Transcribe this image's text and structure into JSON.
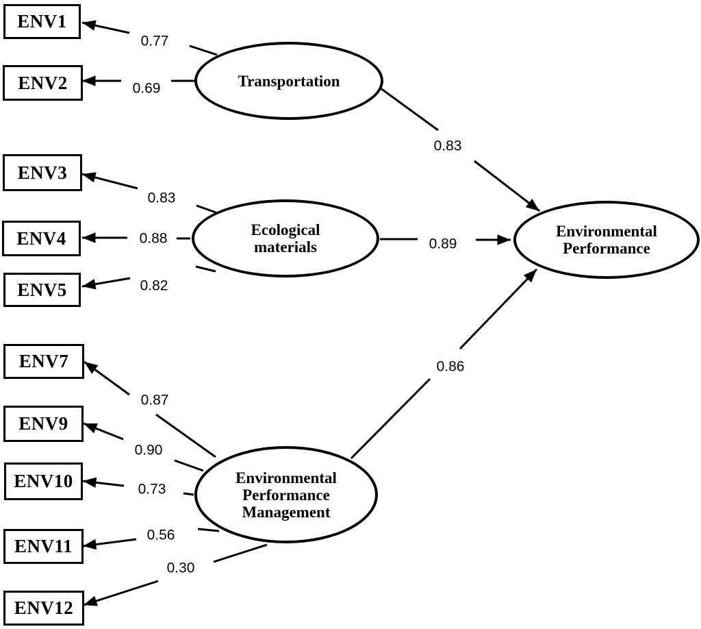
{
  "diagram_type": "SEM path model",
  "nodes": {
    "latent": {
      "transportation": "Transportation",
      "ecological_materials": "Ecological\nmaterials",
      "environmental_performance_management": "Environmental\nPerformance\nManagement",
      "environmental_performance": "Environmental\nPerformance"
    },
    "observed": {
      "env1": "ENV1",
      "env2": "ENV2",
      "env3": "ENV3",
      "env4": "ENV4",
      "env5": "ENV5",
      "env7": "ENV7",
      "env9": "ENV9",
      "env10": "ENV10",
      "env11": "ENV11",
      "env12": "ENV12"
    }
  },
  "loadings": {
    "env1": "0.77",
    "env2": "0.69",
    "env3": "0.83",
    "env4": "0.88",
    "env5": "0.82",
    "env7": "0.87",
    "env9": "0.90",
    "env10": "0.73",
    "env11": "0.56",
    "env12": "0.30"
  },
  "structural_paths": {
    "transportation_to_performance": "0.83",
    "ecological_to_performance": "0.89",
    "management_to_performance": "0.86"
  },
  "colors": {
    "stroke": "#000000",
    "background": "#ffffff",
    "text": "#000000"
  }
}
